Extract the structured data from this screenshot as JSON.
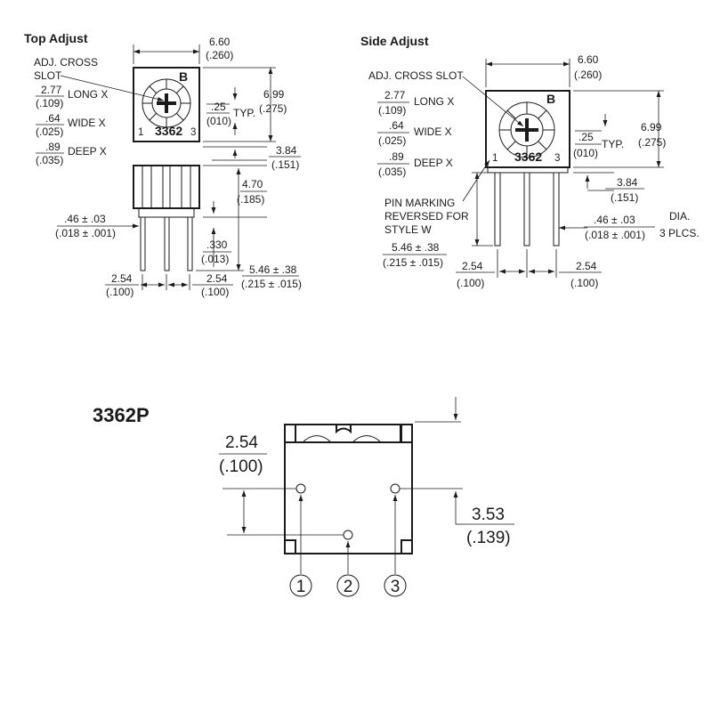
{
  "top_adjust": {
    "title": "Top Adjust",
    "width_mm": "6.60",
    "width_in": "(.260)",
    "adj_cross_slot_1": "ADJ. CROSS",
    "adj_cross_slot_2": "SLOT",
    "long_x_mm": "2.77",
    "long_x_in": "(.109)",
    "long_x_label": "LONG X",
    "wide_x_mm": ".64",
    "wide_x_in": "(.025)",
    "wide_x_label": "WIDE X",
    "deep_x_mm": ".89",
    "deep_x_in": "(.035)",
    "deep_x_label": "DEEP X",
    "height_mm": "6.99",
    "height_in": "(.275)",
    "typ_mm": ".25",
    "typ_in": "(010)",
    "typ_label": "TYP.",
    "d384_mm": "3.84",
    "d384_in": "(.151)",
    "d470_mm": "4.70",
    "d470_in": "(.185)",
    "pin_dia_mm": ".46 ± .03",
    "pin_dia_in": "(.018 ± .001)",
    "d330_mm": ".330",
    "d330_in": "(.013)",
    "pin_len_mm": "5.46 ± .38",
    "pin_len_in": "(.215 ± .015)",
    "pitch1_mm": "2.54",
    "pitch1_in": "(.100)",
    "pitch2_mm": "2.54",
    "pitch2_in": "(.100)",
    "part_number": "3362",
    "pin1": "1",
    "pin3": "3",
    "logo": "B"
  },
  "side_adjust": {
    "title": "Side Adjust",
    "width_mm": "6.60",
    "width_in": "(.260)",
    "adj_cross_slot": "ADJ. CROSS SLOT",
    "long_x_mm": "2.77",
    "long_x_in": "(.109)",
    "long_x_label": "LONG X",
    "wide_x_mm": ".64",
    "wide_x_in": "(.025)",
    "wide_x_label": "WIDE X",
    "deep_x_mm": ".89",
    "deep_x_in": "(.035)",
    "deep_x_label": "DEEP X",
    "height_mm": "6.99",
    "height_in": "(.275)",
    "typ_mm": ".25",
    "typ_in": "(010)",
    "typ_label": "TYP.",
    "d384_mm": "3.84",
    "d384_in": "(.151)",
    "pin_note_1": "PIN MARKING",
    "pin_note_2": "REVERSED FOR",
    "pin_note_3": "STYLE W",
    "pin_len_mm": "5.46 ± .38",
    "pin_len_in": "(.215 ± .015)",
    "pin_dia_mm": ".46 ± .03",
    "pin_dia_in": "(.018 ± .001)",
    "dia_label": "DIA.",
    "plcs_label": "3 PLCS.",
    "pitch1_mm": "2.54",
    "pitch1_in": "(.100)",
    "pitch2_mm": "2.54",
    "pitch2_in": "(.100)",
    "part_number": "3362",
    "pin1": "1",
    "pin3": "3",
    "logo": "B"
  },
  "footprint": {
    "title": "3362P",
    "pitch_mm": "2.54",
    "pitch_in": "(.100)",
    "offset_mm": "3.53",
    "offset_in": "(.139)",
    "pin1": "1",
    "pin2": "2",
    "pin3": "3"
  }
}
